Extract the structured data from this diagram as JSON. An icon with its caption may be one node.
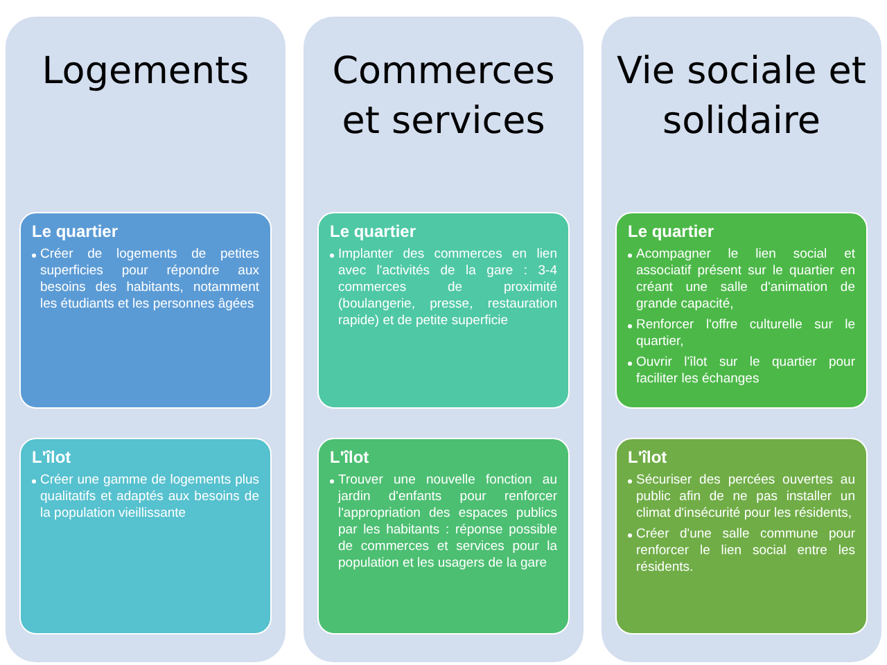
{
  "diagram": {
    "nodes": [
      {
        "text": [
          "Logements"
        ]
      },
      {
        "text": [
          "Le quartier",
          "Créer de logements de petites superficies pour répondre aux besoins des habitants, notamment les étudiants et les personnes âgées"
        ],
        "in": 0
      },
      {
        "text": [
          "L'îlot",
          "Créer une gamme de logements plus qualitatifs et adaptés aux besoins de la population vieillissante"
        ],
        "in": 0
      },
      {
        "text": [
          "Commerces et services"
        ]
      },
      {
        "text": [
          "Le quartier",
          "Implanter des commerces en lien avec l'activités de la gare : 3-4 commerces de proximité (boulangerie, presse, restauration rapide) et de petite superficie"
        ],
        "in": 3
      },
      {
        "text": [
          "L'îlot",
          "Trouver une nouvelle fonction au jardin d'enfants pour renforcer l'appropriation des espaces publics par les habitants : réponse possible de commerces et services pour la population et les usagers de la gare"
        ],
        "in": 3
      },
      {
        "text": [
          "Vie sociale et solidaire"
        ]
      },
      {
        "text": [
          "Le quartier",
          "Acompagner le lien social et associatif présent sur le quartier en créant une salle d'animation de grande capacité,",
          "Renforcer l'offre culturelle sur le quartier,",
          "Ouvrir l'îlot sur le quartier pour faciliter les échanges"
        ],
        "in": 6
      },
      {
        "text": [
          "L'îlot",
          "Sécuriser des percées ouvertes au public afin de ne pas installer un climat d'insécurité pour les résidents,",
          "Créer d'une salle commune pour renforcer le lien social entre les résidents."
        ],
        "in": 6
      }
    ]
  }
}
